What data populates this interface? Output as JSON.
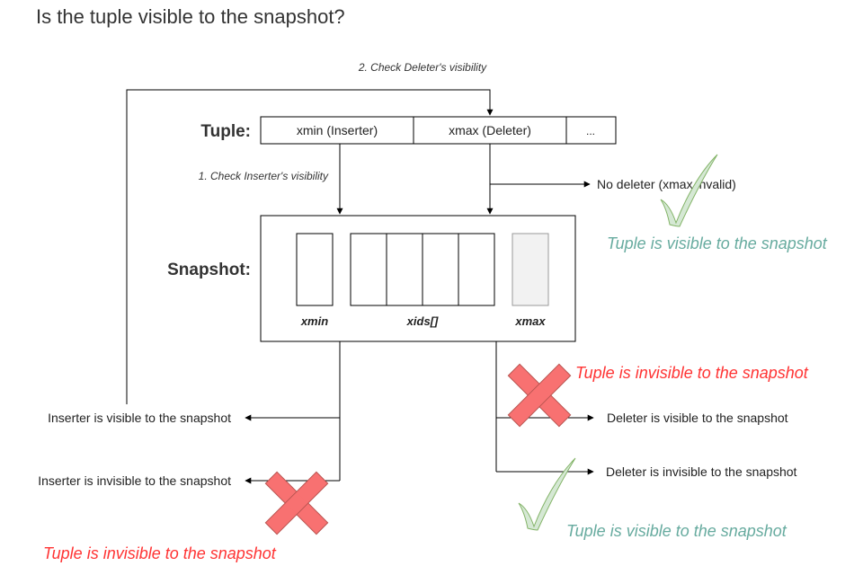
{
  "title": "Is the tuple visible to the snapshot?",
  "tuple": {
    "label": "Tuple:",
    "fields": [
      "xmin (Inserter)",
      "xmax (Deleter)",
      "..."
    ]
  },
  "snapshot": {
    "label": "Snapshot:",
    "field_labels": {
      "xmin": "xmin",
      "xids": "xids[]",
      "xmax": "xmax"
    }
  },
  "steps": {
    "check_inserter": "1. Check Inserter's visibility",
    "check_deleter": "2. Check Deleter's visibility"
  },
  "outcomes": {
    "no_deleter": "No deleter (xmax invalid)",
    "inserter_visible": "Inserter is visible to the snapshot",
    "inserter_invisible": "Inserter is invisible to the snapshot",
    "deleter_visible": "Deleter is visible to the snapshot",
    "deleter_invisible": "Deleter is invisible to the snapshot"
  },
  "verdicts": {
    "visible_no_deleter": "Tuple is visible to the snapshot",
    "invisible_deleter_visible": "Tuple is invisible to the snapshot",
    "visible_deleter_invisible": "Tuple is visible to the snapshot",
    "invisible_inserter_invisible": "Tuple is invisible to the snapshot"
  },
  "colors": {
    "visible": "#67AB9F",
    "invisible": "#FF3333",
    "check_fill": "#D5E8D4",
    "check_stroke": "#82B366",
    "cross_fill": "#F87171",
    "cross_stroke": "#B85450",
    "xmax_box_fill": "#F2F2F2"
  }
}
